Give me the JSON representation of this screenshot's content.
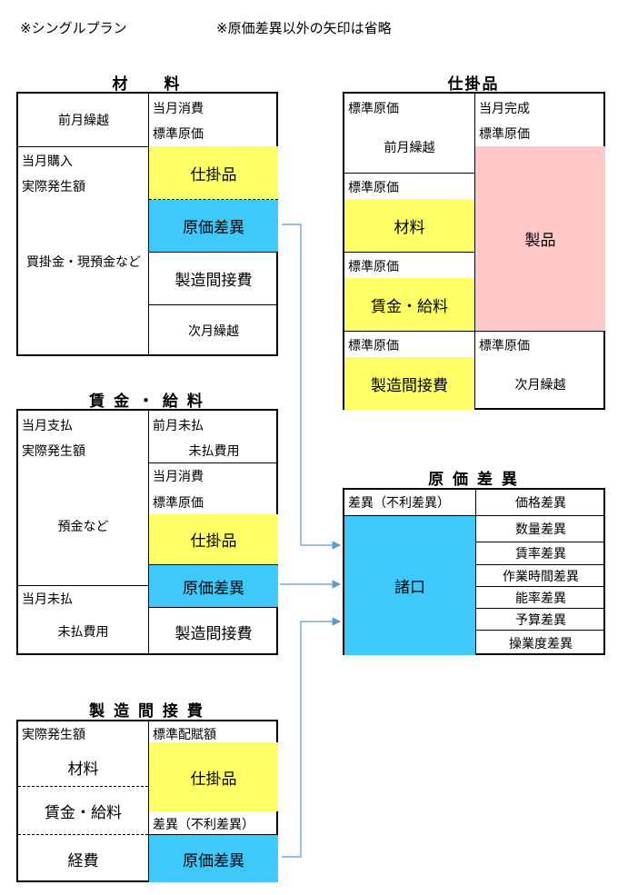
{
  "notes": {
    "plan": "※シングルプラン",
    "arrows": "※原価差異以外の矢印は省略"
  },
  "materials": {
    "title": "材　　料",
    "prev": "前月繰越",
    "purchase": "当月購入",
    "actual": "実際発生額",
    "payables": "買掛金・現預金など",
    "consume": "当月消費",
    "std": "標準原価",
    "wip": "仕掛品",
    "variance": "原価差異",
    "overhead": "製造間接費",
    "next": "次月繰越"
  },
  "wip": {
    "title": "仕掛品",
    "std": "標準原価",
    "prev": "前月繰越",
    "materials": "材料",
    "wages": "賃金・給料",
    "overhead": "製造間接費",
    "complete": "当月完成",
    "product": "製品",
    "next": "次月繰越"
  },
  "wages": {
    "title": "賃 金 ・ 給 料",
    "paid": "当月支払",
    "actual": "実際発生額",
    "deposit": "預金など",
    "unpaid": "当月未払",
    "unpaid_exp": "未払費用",
    "prev_unpaid": "前月未払",
    "consume": "当月消費",
    "std": "標準原価",
    "wip": "仕掛品",
    "variance": "原価差異",
    "overhead": "製造間接費"
  },
  "overhead": {
    "title": "製 造 間 接 費",
    "actual": "実際発生額",
    "materials": "材料",
    "wages": "賃金・給料",
    "expenses": "経費",
    "applied": "標準配賦額",
    "wip": "仕掛品",
    "diff": "差異（不利差異）",
    "variance": "原価差異"
  },
  "variance": {
    "title": "原 価 差 異",
    "diff": "差異（不利差異）",
    "sundry": "諸口",
    "items": [
      "価格差異",
      "数量差異",
      "賃率差異",
      "作業時間差異",
      "能率差異",
      "予算差異",
      "操業度差異"
    ]
  },
  "colors": {
    "yellow": "#ffff66",
    "blue": "#3fc8fa",
    "pink": "#ffc8c8",
    "arrow": "#5b9bd5"
  }
}
